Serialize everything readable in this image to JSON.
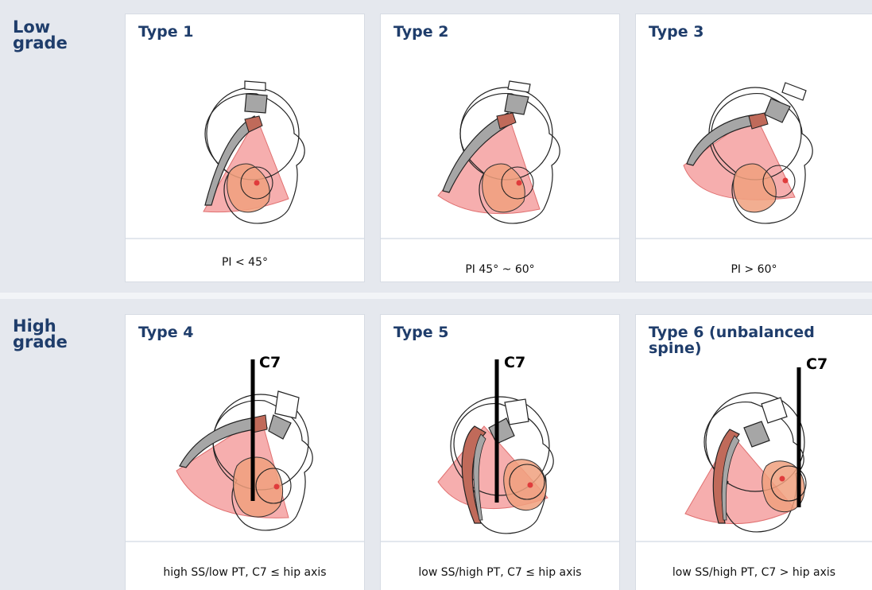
{
  "grades": [
    {
      "label": "Low\ngrade",
      "cards": [
        {
          "title": "Type 1",
          "caption": "PI < 45°"
        },
        {
          "title": "Type 2",
          "caption": "PI 45° ~ 60°"
        },
        {
          "title": "Type 3",
          "caption": "PI > 60°"
        }
      ]
    },
    {
      "label": "High\ngrade",
      "cards": [
        {
          "title": "Type 4",
          "caption": "high SS/low PT, C7 ≤ hip axis",
          "line_label": "C7"
        },
        {
          "title": "Type 5",
          "caption": "low SS/high PT, C7 ≤ hip axis",
          "line_label": "C7"
        },
        {
          "title": "Type 6 (unbalanced spine)",
          "caption": "low SS/high PT, C7 > hip axis",
          "line_label": "C7"
        }
      ]
    }
  ],
  "colors": {
    "title_blue": "#1f3d6b",
    "wedge_fill": "#f5a0a0",
    "overlap_fill": "#f0a07e",
    "sacrum_fill": "#c06a5a",
    "vertebra_fill": "#a6a6a6",
    "panel_bg": "#e5e8ee"
  }
}
